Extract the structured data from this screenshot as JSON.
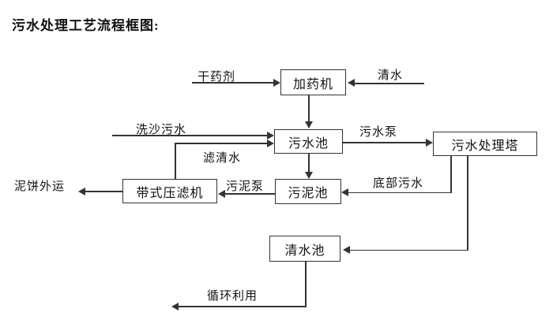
{
  "title": "污水处理工艺流程框图:",
  "nodes": {
    "dosing_machine": "加药机",
    "sewage_pool": "污水池",
    "treatment_tower": "污水处理塔",
    "sludge_pool": "污泥池",
    "belt_filter_press": "带式压滤机",
    "clear_water_pool": "清水池"
  },
  "flow_labels": {
    "dry_agent": "干药剂",
    "clear_water": "清水",
    "sand_washing_sewage": "洗沙污水",
    "sewage_pump": "污水泵",
    "filtered_water": "滤清水",
    "sludge_pump": "污泥泵",
    "mud_cake_outbound": "泥饼外运",
    "bottom_sewage": "底部污水",
    "recycling": "循环利用"
  },
  "colors": {
    "line": "#333333",
    "text": "#111111",
    "background": "#ffffff"
  }
}
